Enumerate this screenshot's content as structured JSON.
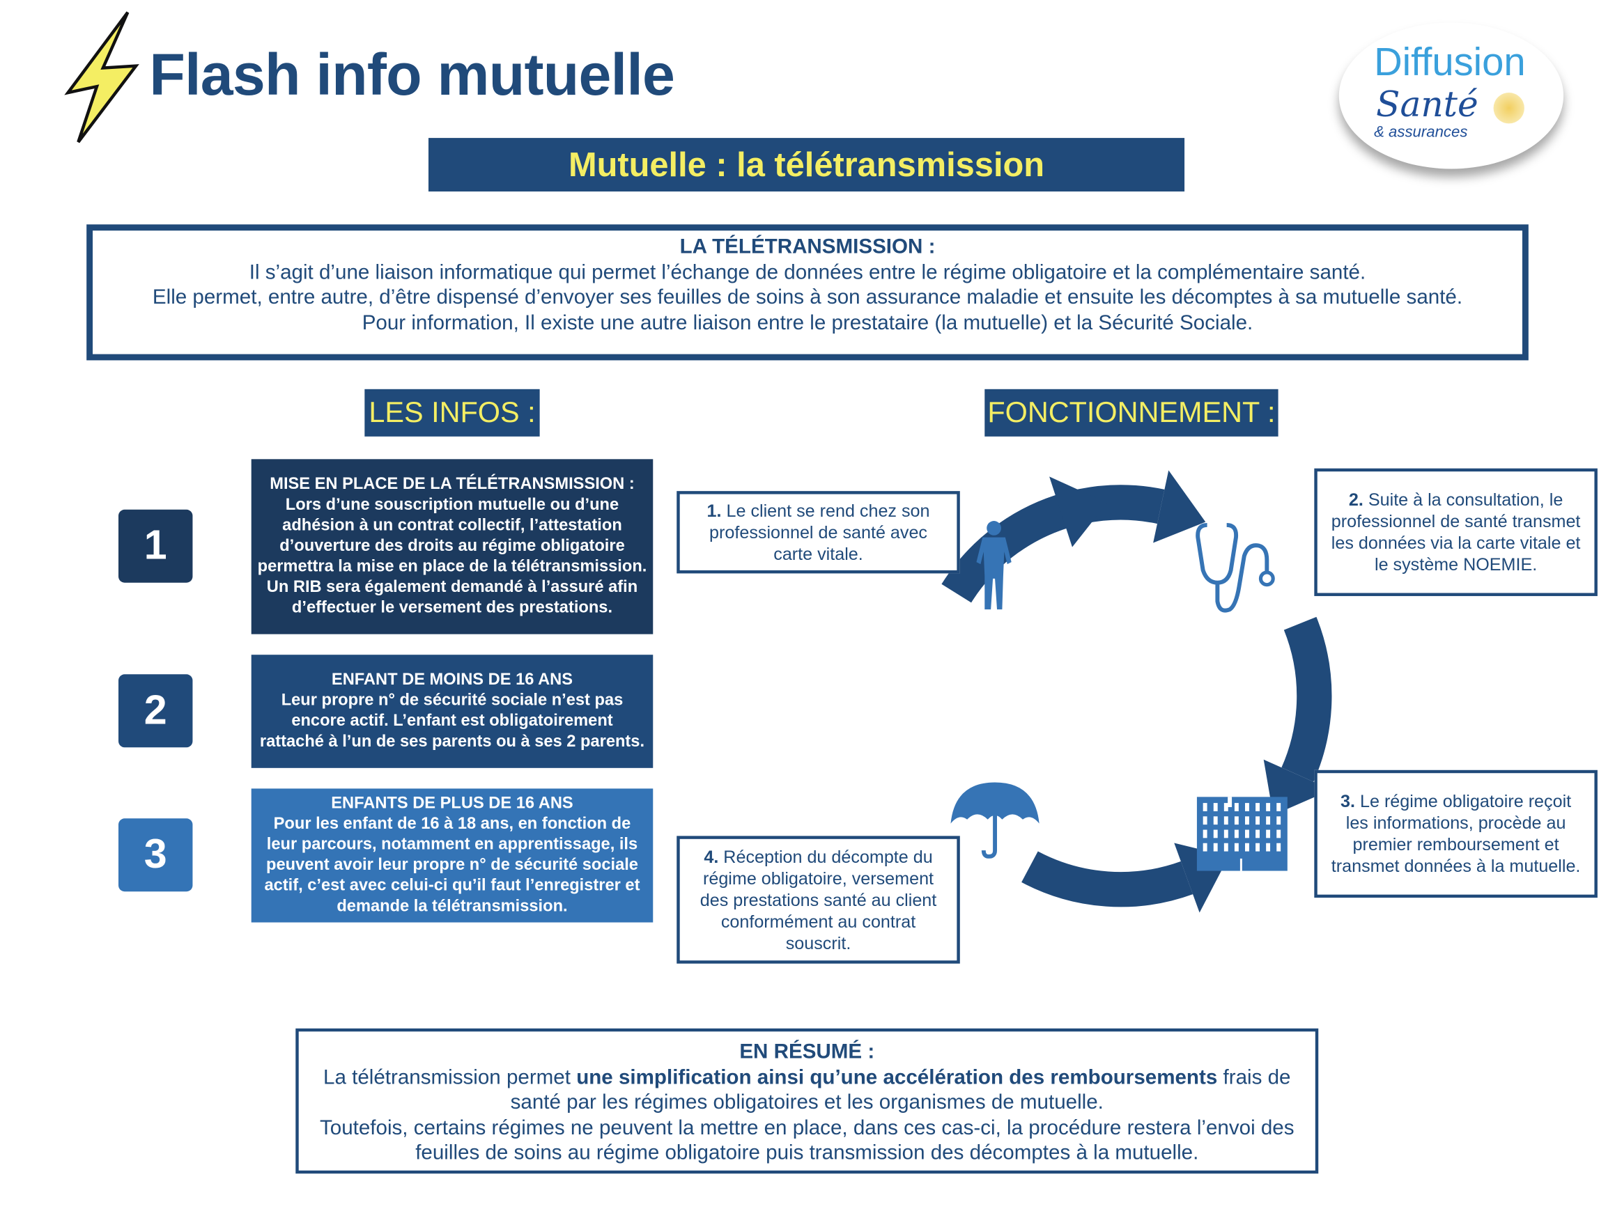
{
  "header": {
    "title": "Flash info mutuelle",
    "banner": "Mutuelle : la télétransmission"
  },
  "logo": {
    "line1": "Diffusion",
    "line2": "Santé",
    "line3": "& assurances"
  },
  "intro": {
    "heading": "LA TÉLÉTRANSMISSION :",
    "lines": [
      "Il s’agit d’une liaison informatique qui permet l’échange de données entre le régime obligatoire et la complémentaire santé.",
      "Elle permet, entre autre, d’être dispensé d’envoyer ses feuilles de soins à son assurance maladie et ensuite les décomptes à sa mutuelle santé.",
      "Pour information, Il existe une autre liaison entre le prestataire (la mutuelle) et la Sécurité Sociale."
    ]
  },
  "infos": {
    "label": "LES INFOS :",
    "items": [
      {
        "number": "1",
        "title": "MISE EN PLACE DE LA TÉLÉTRANSMISSION :",
        "text": "Lors d’une souscription mutuelle ou d’une adhésion à un contrat collectif, l’attestation d’ouverture des droits au régime obligatoire permettra la mise en place de la télétransmission.",
        "text2": "Un RIB sera également demandé à l’assuré afin d’effectuer le versement des prestations.",
        "color": "#1c3a5e"
      },
      {
        "number": "2",
        "title": "ENFANT DE MOINS DE 16 ANS",
        "text": "Leur propre n° de sécurité sociale n’est pas encore actif. L’enfant est obligatoirement rattaché à l’un de ses parents ou à ses 2 parents.",
        "color": "#204a7a"
      },
      {
        "number": "3",
        "title": "ENFANTS DE PLUS DE 16 ANS",
        "text": "Pour les enfant de 16 à 18 ans, en fonction de leur parcours, notamment en apprentissage, ils peuvent avoir leur propre n° de sécurité sociale actif, c’est avec celui-ci qu’il faut l’enregistrer et demande la télétransmission.",
        "color": "#3474b6"
      }
    ]
  },
  "fonctionnement": {
    "label": "FONCTIONNEMENT :",
    "steps": [
      {
        "num": "1.",
        "text": "Le client se rend chez son professionnel de santé avec carte vitale."
      },
      {
        "num": "2.",
        "text": "Suite à la consultation, le professionnel de santé transmet les données via la carte vitale et le système NOEMIE."
      },
      {
        "num": "3.",
        "text": "Le régime obligatoire reçoit les informations, procède au premier remboursement et transmet données à la mutuelle."
      },
      {
        "num": "4.",
        "text": "Réception du décompte du régime obligatoire, versement des prestations santé au client conformément au contrat souscrit."
      }
    ]
  },
  "summary": {
    "heading": "EN RÉSUMÉ :",
    "p1_before": "La télétransmission permet ",
    "p1_bold": "une simplification ainsi qu’une accélération des remboursements",
    "p1_after": " frais de santé par les régimes obligatoires et les organismes de mutuelle.",
    "p2": "Toutefois, certains régimes ne peuvent la mettre en place, dans ces cas-ci, la procédure restera l’envoi des feuilles de soins au régime obligatoire puis transmission des décomptes à la mutuelle."
  },
  "colors": {
    "navy": "#204a7a",
    "yellow": "#f4ee63",
    "icon": "#3674b5"
  }
}
